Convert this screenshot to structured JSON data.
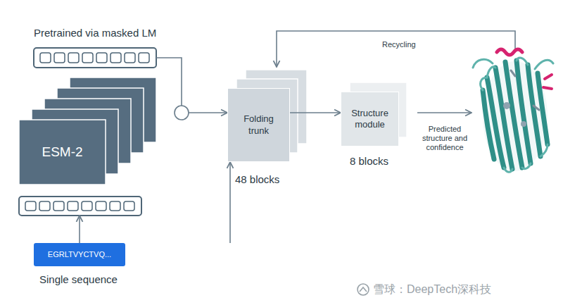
{
  "diagram": {
    "nodes": [
      {
        "text": [
          "ESM-2"
        ]
      },
      {
        "text": [
          "EGRLTVYCTVQ..."
        ]
      },
      {
        "text": [
          "Folding trunk"
        ]
      },
      {
        "text": [
          "Structure module"
        ]
      }
    ],
    "edges": [
      {
        "from": 1,
        "to": 0,
        "arrow": "to"
      },
      {
        "from": 0,
        "to": 2,
        "arrow": "to"
      },
      {
        "from": 1,
        "to": 2,
        "arrow": "to"
      },
      {
        "from": 2,
        "to": 3,
        "arrow": "to"
      }
    ],
    "labels": [
      "Pretrained via masked LM",
      "Single sequence",
      "48 blocks",
      "8 blocks",
      "Recycling",
      "Predicted structure and confidence",
      "雪球：DeepTech深科技"
    ]
  }
}
